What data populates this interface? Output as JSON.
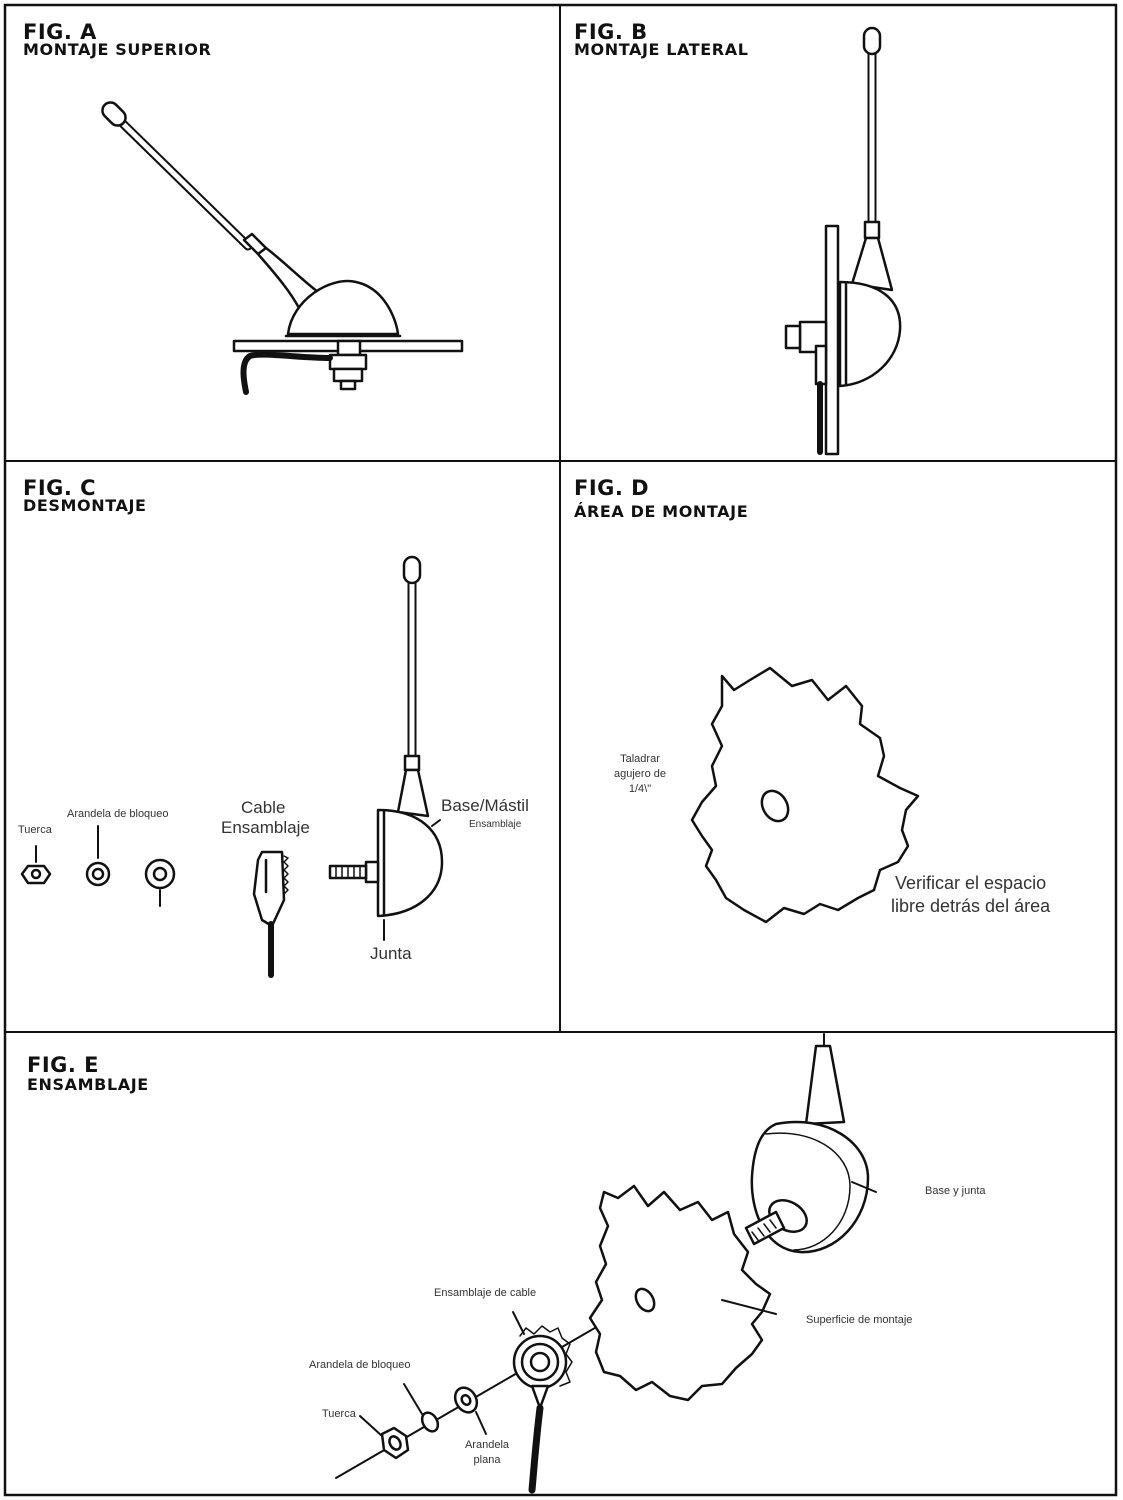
{
  "figures": {
    "a": {
      "title": "FIG. A",
      "subtitle": "MONTAJE SUPERIOR"
    },
    "b": {
      "title": "FIG. B",
      "subtitle": "MONTAJE LATERAL"
    },
    "c": {
      "title": "FIG. C",
      "subtitle": "DESMONTAJE",
      "labels": {
        "tuerca": "Tuerca",
        "arandela_bloqueo": "Arandela de bloqueo",
        "cable_line1": "Cable",
        "cable_line2": "Ensamblaje",
        "base_line1": "Base/Mástil",
        "base_line2": "Ensamblaje",
        "junta": "Junta"
      }
    },
    "d": {
      "title": "FIG. D",
      "subtitle": "ÁREA DE MONTAJE",
      "labels": {
        "taladrar_line1": "Taladrar",
        "taladrar_line2": "agujero de",
        "taladrar_line3": "1/4\\\"",
        "verificar_line1": "Verificar el espacio",
        "verificar_line2": "libre detrás del área"
      }
    },
    "e": {
      "title": "FIG. E",
      "subtitle": "ENSAMBLAJE",
      "labels": {
        "base_junta": "Base y junta",
        "ensamblaje_cable": "Ensamblaje de cable",
        "superficie": "Superficie de montaje",
        "arandela_bloqueo": "Arandela de bloqueo",
        "tuerca": "Tuerca",
        "arandela_plana_line1": "Arandela",
        "arandela_plana_line2": "plana"
      }
    }
  }
}
